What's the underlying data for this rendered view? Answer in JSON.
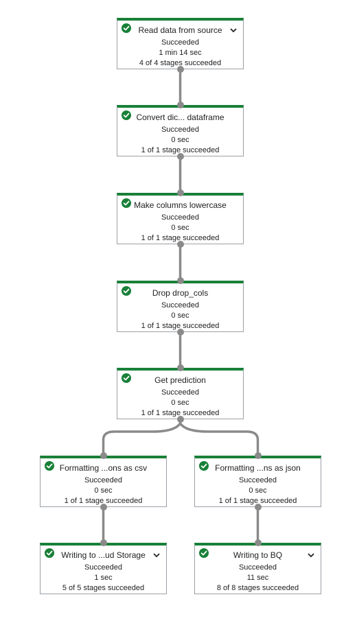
{
  "pipeline": {
    "nodes": [
      {
        "id": "read",
        "title": "Read data from source",
        "status": "Succeeded",
        "duration": "1 min 14 sec",
        "stages": "4 of 4 stages succeeded",
        "expandable": true
      },
      {
        "id": "convert",
        "title": "Convert dic... dataframe",
        "status": "Succeeded",
        "duration": "0 sec",
        "stages": "1 of 1 stage succeeded",
        "expandable": false
      },
      {
        "id": "lowercase",
        "title": "Make columns lowercase",
        "status": "Succeeded",
        "duration": "0 sec",
        "stages": "1 of 1 stage succeeded",
        "expandable": false
      },
      {
        "id": "drop",
        "title": "Drop drop_cols",
        "status": "Succeeded",
        "duration": "0 sec",
        "stages": "1 of 1 stage succeeded",
        "expandable": false
      },
      {
        "id": "predict",
        "title": "Get prediction",
        "status": "Succeeded",
        "duration": "0 sec",
        "stages": "1 of 1 stage succeeded",
        "expandable": false
      },
      {
        "id": "fmt_csv",
        "title": "Formatting ...ons as csv",
        "status": "Succeeded",
        "duration": "0 sec",
        "stages": "1 of 1 stage succeeded",
        "expandable": false
      },
      {
        "id": "fmt_json",
        "title": "Formatting ...ns as json",
        "status": "Succeeded",
        "duration": "0 sec",
        "stages": "1 of 1 stage succeeded",
        "expandable": false
      },
      {
        "id": "write_gcs",
        "title": "Writing to ...ud Storage",
        "status": "Succeeded",
        "duration": "1 sec",
        "stages": "5 of 5 stages succeeded",
        "expandable": true
      },
      {
        "id": "write_bq",
        "title": "Writing to BQ",
        "status": "Succeeded",
        "duration": "11 sec",
        "stages": "8 of 8 stages succeeded",
        "expandable": true
      }
    ],
    "edges": [
      [
        "read",
        "convert"
      ],
      [
        "convert",
        "lowercase"
      ],
      [
        "lowercase",
        "drop"
      ],
      [
        "drop",
        "predict"
      ],
      [
        "predict",
        "fmt_csv"
      ],
      [
        "predict",
        "fmt_json"
      ],
      [
        "fmt_csv",
        "write_gcs"
      ],
      [
        "fmt_json",
        "write_bq"
      ]
    ],
    "colors": {
      "success": "#188038",
      "connector": "#8a8a8a",
      "border": "#9aa0a6"
    },
    "icons": {
      "status": "check-circle-icon",
      "expand": "chevron-down-icon"
    }
  }
}
